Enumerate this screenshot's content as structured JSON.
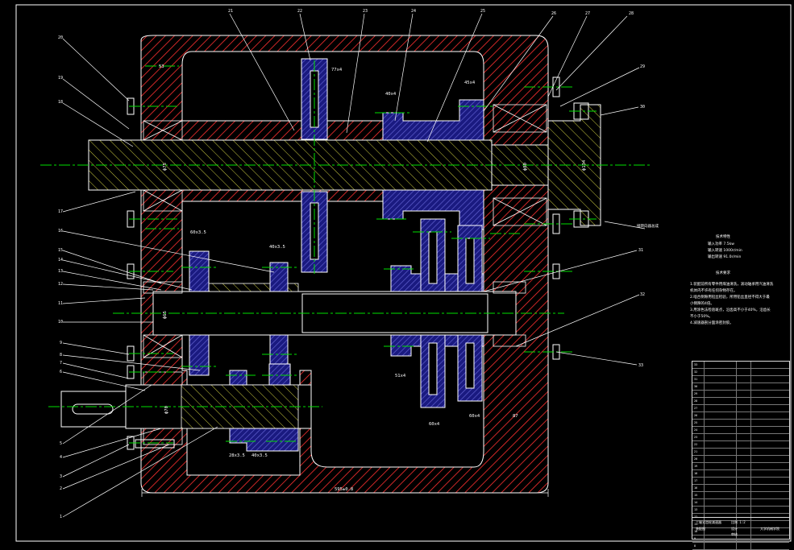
{
  "colors": {
    "background": "#000000",
    "outline": "#ffffff",
    "hatch": "#ff3030",
    "part_fill": "#1a1a80",
    "part_hatch": "#6060d0",
    "shaft_hatch": "#c8c840",
    "centerline": "#00e000",
    "leader": "#ffffff"
  },
  "top_leaders": [
    "21",
    "22",
    "23",
    "24",
    "25",
    "26",
    "27",
    "28"
  ],
  "right_leaders": [
    "29",
    "30",
    "31",
    "32",
    "33"
  ],
  "left_leaders": [
    "20",
    "19",
    "18",
    "17",
    "16",
    "15",
    "14",
    "13",
    "12",
    "11",
    "10",
    "9",
    "8",
    "7",
    "6",
    "5",
    "4",
    "3",
    "2",
    "1"
  ],
  "gear_labels": {
    "g1": "77x4",
    "g2": "40x4",
    "g3": "45x4",
    "g4": "60x3.5",
    "g5": "40x3.5",
    "g6": "51x4",
    "g7": "60x4",
    "g8": "60x4",
    "g9": "28x3.5",
    "g10": "40x3.5",
    "g11": "53",
    "g12": "87"
  },
  "dims": {
    "overall_width": "595±0.8",
    "bore_left": "ф75",
    "bore_right1": "ф80",
    "bore_right2": "ф134",
    "mid_shaft": "ф65",
    "input_shaft": "ф70",
    "output_note": "接转向器总成"
  },
  "tech": {
    "perf_title": "技术特性",
    "perf_lines": [
      "输入功率 7.5kw",
      "输入转速 1000r/min",
      "输出转速 91.0r/min"
    ],
    "req_title": "技术要求",
    "req_lines": [
      "1.装配前所有零件用煤油清洗，滚动轴承用汽油清洗",
      "机体内不许有任何杂物存在。",
      "2.啮合侧隙用铅丝检验，所用铅丝直径不得大于最",
      "小侧隙的4倍。",
      "3.用涂色法检验斑点，沿齿高不小于40%，沿齿长",
      "不小于50%。",
      "4.减速器剖分面涂密封胶。"
    ]
  },
  "title_block": {
    "rows": [
      "33",
      "32",
      "31",
      "30",
      "29",
      "28",
      "27",
      "26",
      "25",
      "24",
      "23",
      "22",
      "21",
      "20",
      "19",
      "18",
      "17",
      "16",
      "15",
      "14",
      "13",
      "12",
      "11",
      "10",
      "9",
      "8"
    ],
    "footer": [
      "三轴式齿轮减速器",
      "装配图",
      "比例 1:2",
      "设计",
      "审核",
      "大学机械学院"
    ]
  }
}
